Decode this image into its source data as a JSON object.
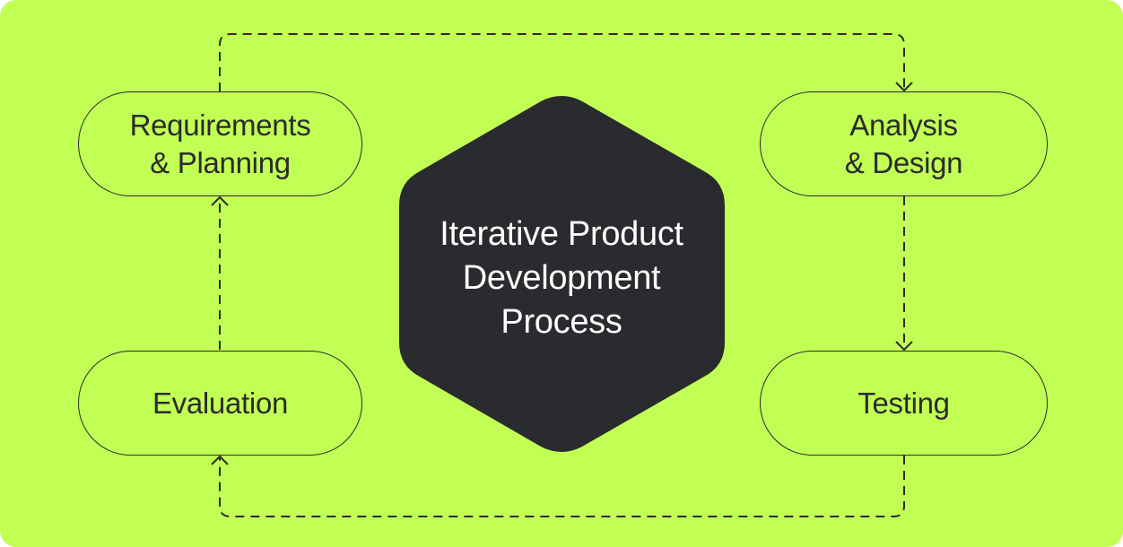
{
  "colors": {
    "background": "#c2ff55",
    "ink": "#2a2b2e",
    "hub_fill": "#2a2b2e",
    "hub_text": "#ffffff"
  },
  "hub": {
    "line1": "Iterative Product",
    "line2": "Development",
    "line3": "Process"
  },
  "stages": {
    "requirements": {
      "line1": "Requirements",
      "line2": "& Planning"
    },
    "analysis": {
      "line1": "Analysis",
      "line2": "& Design"
    },
    "testing": {
      "label": "Testing"
    },
    "evaluation": {
      "label": "Evaluation"
    }
  },
  "flow": [
    {
      "from": "Requirements & Planning",
      "to": "Analysis & Design"
    },
    {
      "from": "Analysis & Design",
      "to": "Testing"
    },
    {
      "from": "Testing",
      "to": "Evaluation"
    },
    {
      "from": "Evaluation",
      "to": "Requirements & Planning"
    }
  ]
}
